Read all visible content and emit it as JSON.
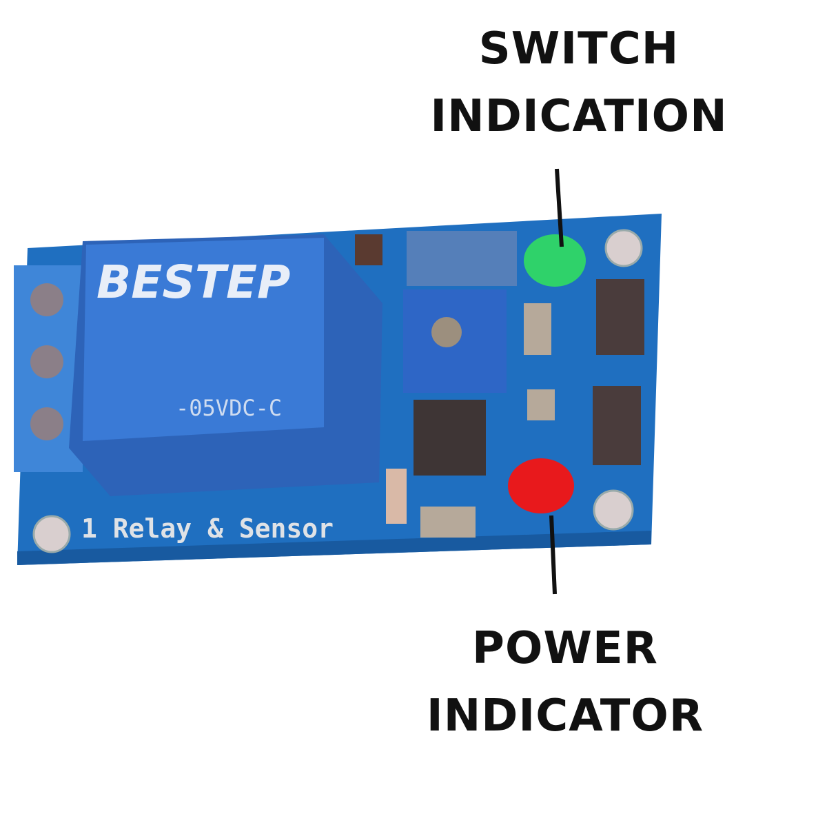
{
  "annotations": {
    "switch": {
      "line1": "SWITCH",
      "line2": "INDICATION"
    },
    "power": {
      "line1": "POWER",
      "line2": "INDICATOR"
    }
  },
  "board": {
    "relay_brand": "BESTEP",
    "relay_model": "-05VDC-C",
    "silkscreen": "1 Relay & Sensor"
  },
  "colors": {
    "pcb": "#1f6fc0",
    "relay": "#3a7ad6",
    "terminal": "#3f86d8",
    "switch_led": "#2fd26a",
    "power_led": "#e8191c",
    "annotation_line": "#111111"
  }
}
